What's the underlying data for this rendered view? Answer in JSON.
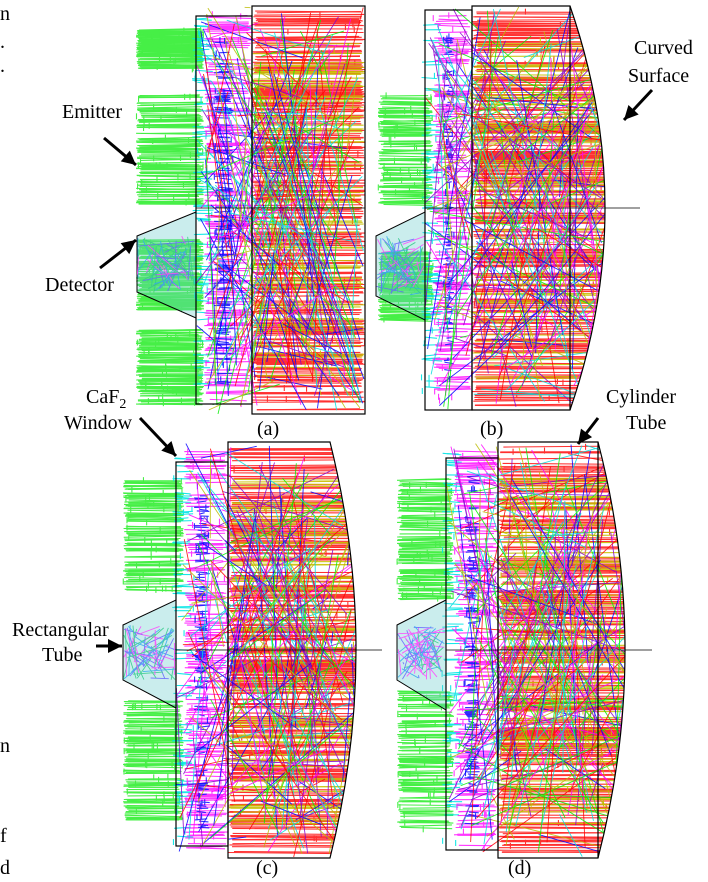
{
  "figure": {
    "panels": [
      {
        "id": "a",
        "caption": "(a)"
      },
      {
        "id": "b",
        "caption": "(b)"
      },
      {
        "id": "c",
        "caption": "(c)"
      },
      {
        "id": "d",
        "caption": "(d)"
      }
    ],
    "labels": {
      "emitter": "Emitter",
      "detector": "Detector",
      "curved_surface_line1": "Curved",
      "curved_surface_line2": "Surface",
      "caf2_base": "CaF",
      "caf2_sub": "2",
      "window": "Window",
      "cylinder": "Cylinder",
      "tube": "Tube",
      "rectangular": "Rectangular",
      "rect_tube": "Tube"
    },
    "edge_text": {
      "left": [
        "n",
        ".",
        ".",
        "n",
        "f",
        "d"
      ]
    },
    "ray_colors": [
      "#ff0000",
      "#0000ff",
      "#00ee00",
      "#ff00ff",
      "#00dddd",
      "#bbbb00",
      "#8800cc"
    ],
    "region_colors": {
      "emitter": "#33ee33",
      "caf2": "#00e5e5",
      "window_inner": "#ff22ff",
      "blue_core": "#1a1aff",
      "tube_red": "#ff1a1a",
      "tube_olive": "#c8c000",
      "detector": "#66cccc"
    }
  }
}
